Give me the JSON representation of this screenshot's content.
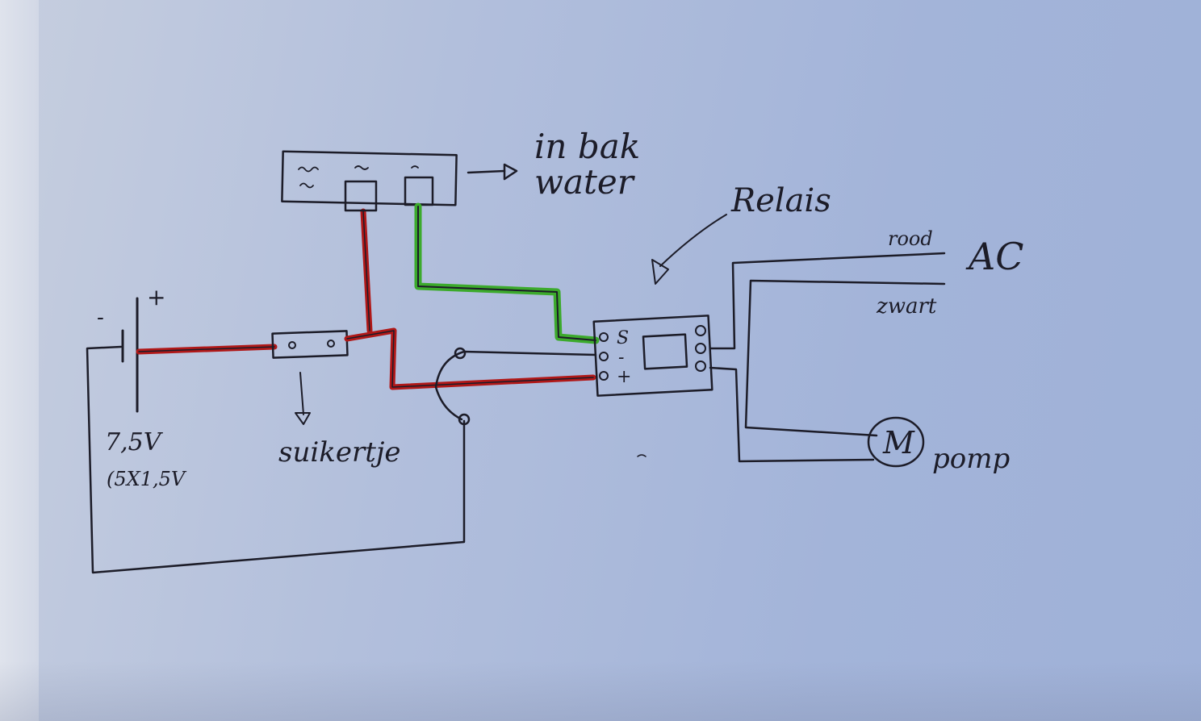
{
  "labels": {
    "water_note_line1": "in bak",
    "water_note_line2": "water",
    "relay": "Relais",
    "ac_red": "rood",
    "ac": "AC",
    "ac_black": "zwart",
    "pump": "pomp",
    "motor_symbol": "M",
    "fuse": "suikertje",
    "battery_voltage": "7,5V",
    "battery_cells": "(5X1,5V",
    "battery_plus": "+",
    "battery_minus": "-",
    "relay_pin_s": "S",
    "relay_pin_minus": "-",
    "relay_pin_plus": "+"
  },
  "colors": {
    "ink": "#1c1c28",
    "red_wire": "#b01818",
    "green_wire": "#3caa2c"
  }
}
